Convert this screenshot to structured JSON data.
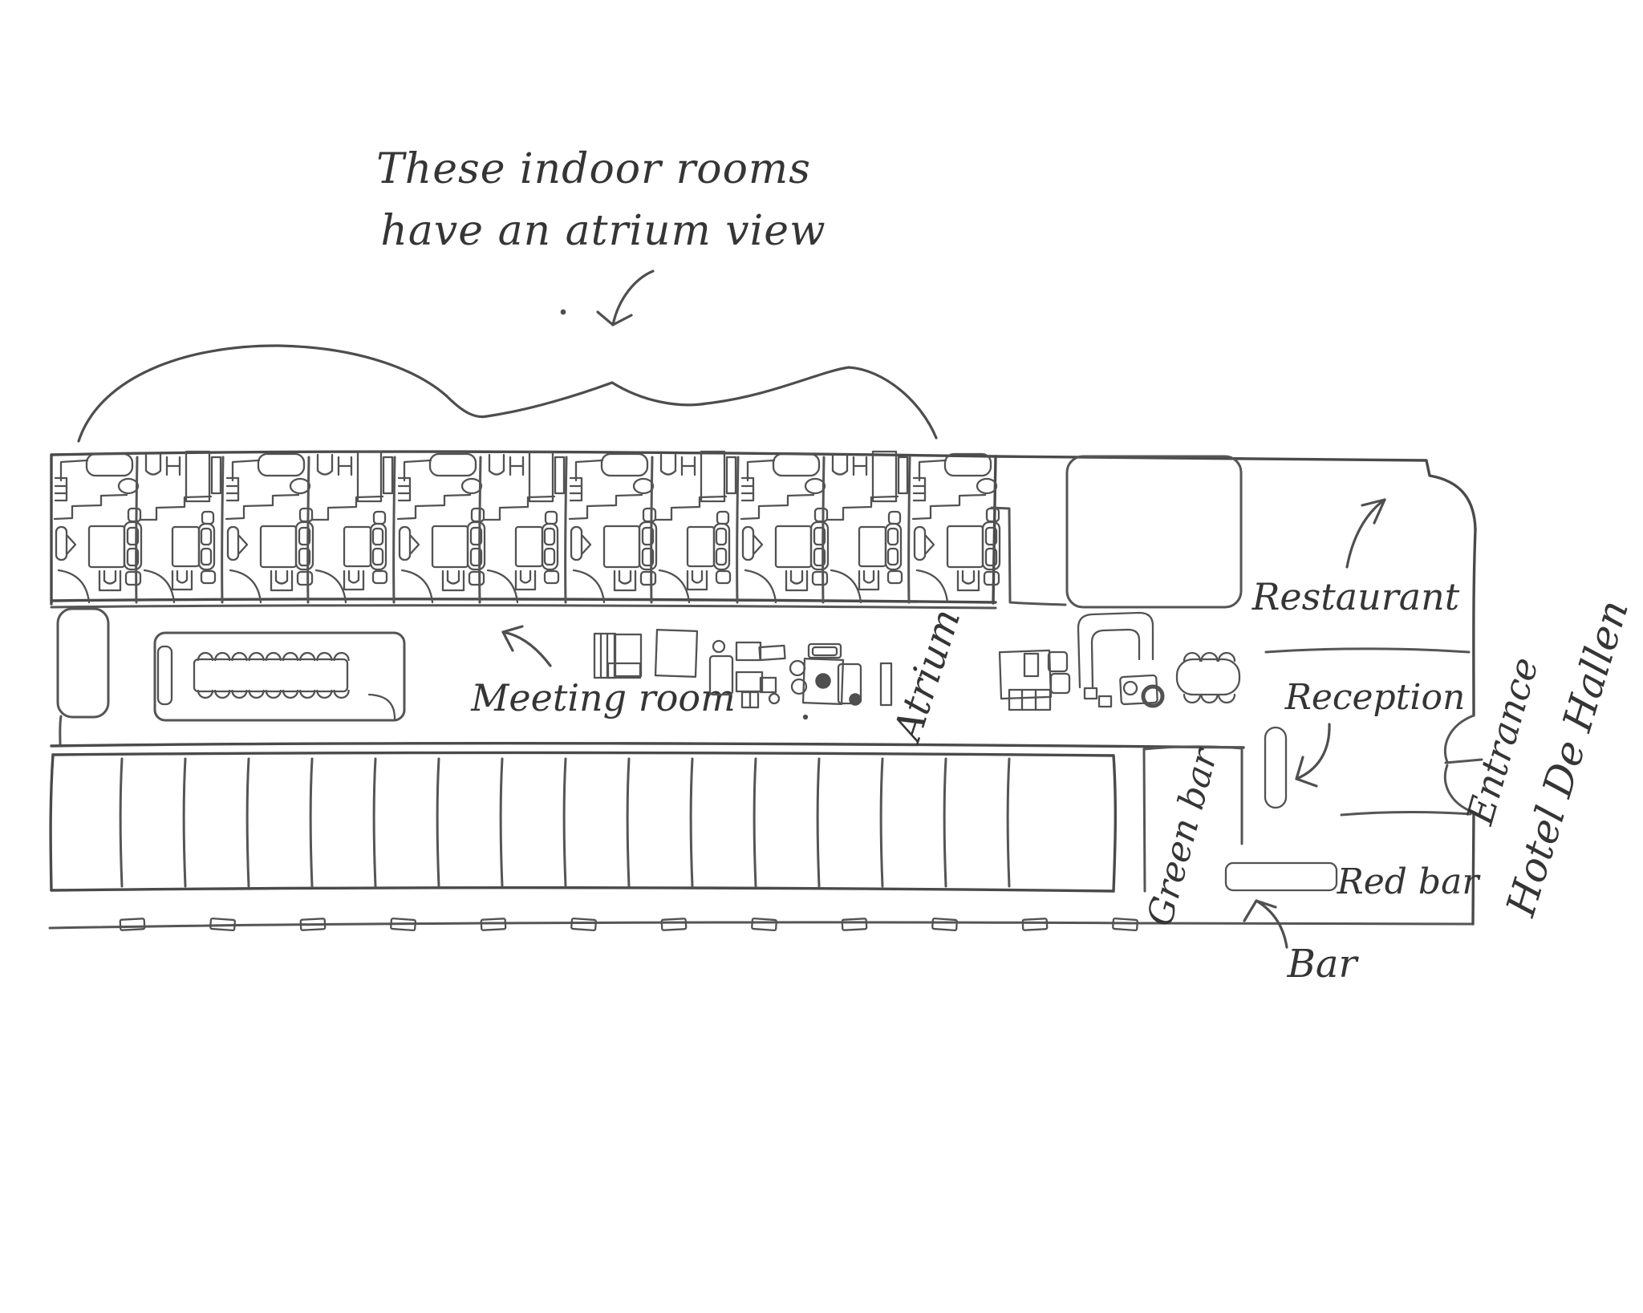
{
  "annotation": {
    "line1": "These indoor rooms",
    "line2": "have an atrium view"
  },
  "labels": {
    "meeting_room": "Meeting room",
    "atrium": "Atrium",
    "restaurant": "Restaurant",
    "reception": "Reception",
    "green_bar": "Green bar",
    "red_bar": "Red bar",
    "bar": "Bar",
    "entrance_line1": "Entrance",
    "entrance_line2": "Hotel De Hallen"
  },
  "colors": {
    "ink": "#4a4a4a",
    "text_ink": "#353535",
    "background": "#ffffff"
  },
  "floor_plan": {
    "guest_rooms": {
      "count": 11
    },
    "lower_band": {
      "divider_count": 15
    },
    "window_row": {
      "segment_count": 12
    },
    "meeting_table": {
      "chairs_per_side": 9
    },
    "dining_table": {
      "chairs_per_side": 3
    }
  }
}
